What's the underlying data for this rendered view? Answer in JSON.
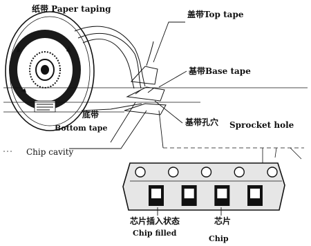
{
  "labels": {
    "paper_taping": "纸带 Paper taping",
    "top_tape": "盖带Top tape",
    "base_tape": "基带Base tape",
    "bottom_tape_cn": "底带",
    "bottom_tape_en": "Bottom tape",
    "sprocket_hole_cn": "基带孔穴",
    "sprocket_hole_en": "Sprocket hole",
    "chip_cavity": "Chip cavity",
    "chip_filled_cn": "芯片插入状态",
    "chip_filled_en": "Chip filled",
    "chip_cn": "芯片",
    "chip_en": "Chip"
  },
  "strip": {
    "sprocket_hole_count": 5,
    "chip_pocket_count": 4
  },
  "colors": {
    "line": "#111111",
    "reel_dark": "#1a1a1a",
    "tape_fill": "#e6e6e6",
    "chip_dark": "#111111"
  }
}
